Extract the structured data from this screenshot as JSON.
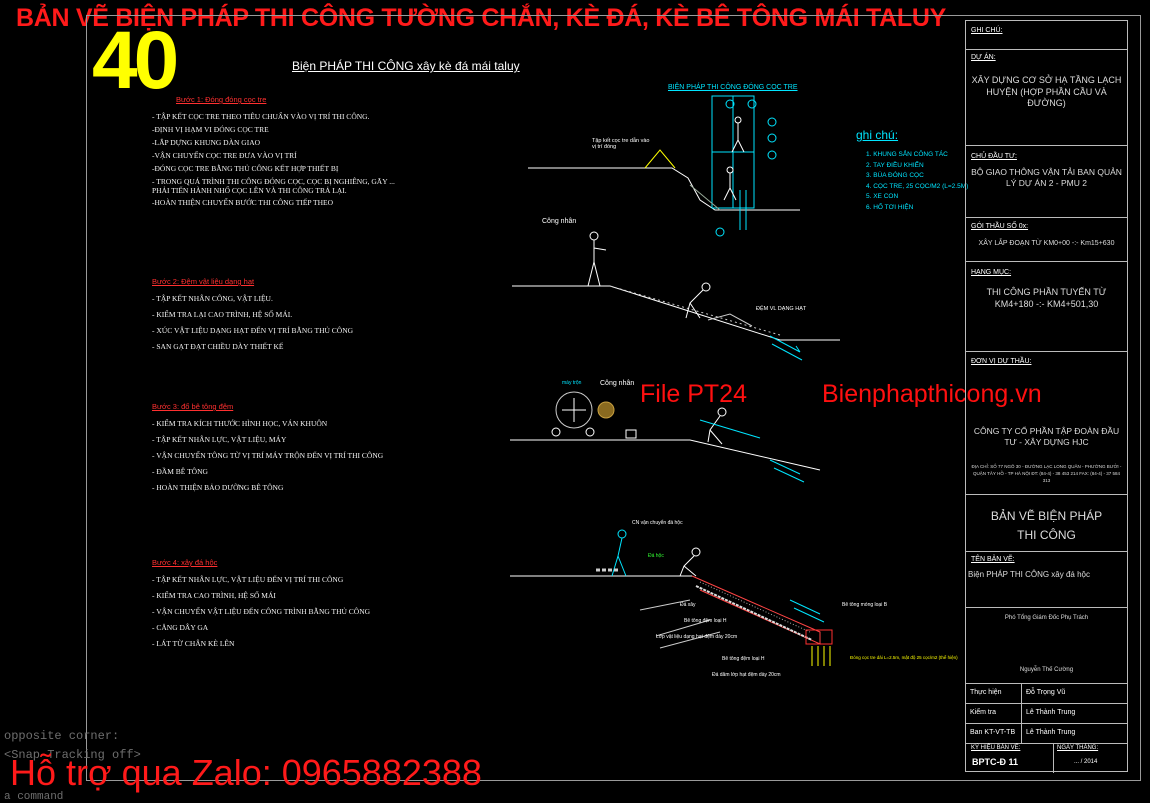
{
  "banner": "BẢN VẼ BIỆN PHÁP THI CÔNG TƯỜNG CHẮN, KÈ ĐÁ, KÈ BÊ TÔNG MÁI TALUY",
  "badge_number": "40",
  "drawing_title": "Biện PHÁP THI CÔNG xây kè đá mái taluy",
  "steps": [
    {
      "title": "Bước 1: Đóng đóng cọc tre",
      "items": [
        "- TẬP KẾT CỌC TRE THEO TIÊU CHUẨN VÀO VỊ TRÍ THI CÔNG.",
        "-ĐỊNH VỊ HẠM VI ĐÓNG CỌC TRE",
        "-LẮP DỰNG KHUNG DÀN GIAO",
        "-VẬN CHUYỂN CỌC TRE ĐƯA VÀO VỊ TRÍ",
        "-ĐÓNG CỌC TRE BẰNG THỦ CÔNG KẾT HỢP THIẾT BỊ",
        "- TRONG QUÁ TRÌNH THI CÔNG ĐÓNG CỌC, CỌC BỊ NGHIÊNG, GÃY ... PHẢI TIẾN HÀNH NHỔ CỌC LÊN VÀ THI CÔNG TRẢ LẠI.",
        "-HOÀN THIỆN CHUYỂN BƯỚC THI CÔNG TIẾP THEO"
      ]
    },
    {
      "title": "Bước 2: Đệm vật liệu dạng hạt",
      "items": [
        "- TẬP KẾT NHÂN CÔNG, VẬT LIỆU.",
        "- KIỂM TRA LẠI CAO TRÌNH, HỆ SỐ MÁI.",
        "- XÚC VẬT LIỆU DẠNG HẠT ĐẾN VỊ TRÍ BẰNG THỦ CÔNG",
        "- SAN GẠT ĐẠT CHIỀU DÀY THIẾT KẾ"
      ]
    },
    {
      "title": "Bước 3: đổ bê tông đệm",
      "items": [
        "- KIỂM TRA KÍCH THƯỚC HÌNH HỌC, VÁN KHUÔN",
        "- TẬP KẾT NHÂN LỰC, VẬT LIỆU, MÁY",
        "- VẬN CHUYỂN TÔNG TỪ VỊ TRÍ MÁY TRỘN ĐẾN VỊ TRÍ THI CÔNG",
        "- ĐẦM BÊ TÔNG",
        "- HOÀN THIỆN BẢO DƯỠNG BÊ TÔNG"
      ]
    },
    {
      "title": "Bước 4: xây đá hộc",
      "items": [
        "- TẬP KẾT NHÂN LỰC, VẬT LIỆU ĐẾN VỊ TRÍ THI CÔNG",
        "- KIỂM TRA CAO TRÌNH, HỆ SỐ MÁI",
        "- VẬN CHUYỂN VẬT LIỆU ĐẾN CÔNG TRÌNH BẰNG THỦ CÔNG",
        "- CĂNG DÂY GA",
        "- LÁT TỪ CHÂN KÈ LÊN"
      ]
    }
  ],
  "diagram_labels": {
    "piling_title": "BIỆN PHÁP THI CÔNG ĐÓNG CỌC TRE",
    "pile_stock": "Tập kết cọc tre dẫn vào vị trí đóng",
    "worker": "Công nhân",
    "gravel": "ĐỆM VL DẠNG HẠT",
    "mixer": "máy trộn",
    "stone_transport": "CN vận chuyển đá hộc",
    "stone": "Đá hộc",
    "stone_wall": "Đá xây",
    "concrete_bed_1": "Bê tông đệm loại H",
    "concrete_bed_2": "Bê tông đệm loại H",
    "gravel_layer": "Lớp vật liệu dạng hạt đệm dày 20cm",
    "toe_beam": "Bê tông móng loại B",
    "piles": "Đóng cọc tre dài L=2.5m, mật độ 25 cọc/m2 (thể hiện)",
    "gravel_layer_2": "Đá dăm lớp hạt đệm dày 20cm"
  },
  "legend": {
    "title": "ghi chú:",
    "items": [
      "1. KHUNG SẮN CÔNG TÁC",
      "2. TAY ĐIỀU KHIỂN",
      "3. BÚA ĐÓNG CỌC",
      "4. CỌC TRE, 25 CỌC/M2 (L=2.5M)",
      "5. XE CON",
      "6. HỐ TƠI HIỆN"
    ]
  },
  "watermarks": {
    "file": "File PT24",
    "site": "Bienphapthicong.vn"
  },
  "zalo": "Hỗ trợ qua Zalo: 0965882388",
  "command_line": {
    "line1": "opposite corner:",
    "line2": "<Snap Tracking off>",
    "line3": "a command"
  },
  "title_block": {
    "note_label": "GHI CHÚ:",
    "project_label": "DỰ ÁN:",
    "project": "XÂY DỰNG CƠ SỞ HẠ TẦNG LẠCH HUYỆN (HỢP PHẦN CẦU VÀ ĐƯỜNG)",
    "owner_label": "CHỦ ĐẦU TƯ:",
    "owner": "BỘ GIAO THÔNG VẬN TẢI BAN QUẢN LÝ DỰ ÁN 2 - PMU 2",
    "package_label": "GÓI THẦU SỐ 0x:",
    "package": "XÂY LẮP ĐOẠN TỪ KM0+00 -:- Km15+630",
    "item_label": "HẠNG MỤC:",
    "item": "THI CÔNG PHẦN TUYẾN TỪ KM4+180 -:- KM4+501,30",
    "contractor_label": "ĐƠN VỊ DỰ THẦU:",
    "contractor": "CÔNG TY CỔ PHẦN TẬP ĐOÀN ĐẦU TƯ - XÂY DỰNG HJC",
    "address": "ĐỊA CHỈ: SỐ 77 NGÕ 30 - ĐƯỜNG LẠC LONG QUÂN - PHƯỜNG BƯỞI - QUẬN TÂY HỒ - TP HÀ NỘI ĐT: (84-4) - 38 453 214   FAX: (84-4) - 37 584 313",
    "drawing_kind": "BẢN VẼ BIỆN PHÁP THI CÔNG",
    "drawing_name_label": "TÊN BẢN VẼ:",
    "drawing_name": "Biện PHÁP THI CÔNG xây đá hộc",
    "director": "Phó Tổng Giám Đốc Phụ Trách",
    "director_name": "Nguyễn Thế Cường",
    "signers": [
      {
        "role": "Thực hiện",
        "name": "Đỗ Trọng Vũ"
      },
      {
        "role": "Kiểm tra",
        "name": "Lê Thành Trung"
      },
      {
        "role": "Ban KT-VT-TB",
        "name": "Lê Thành Trung"
      }
    ],
    "code_label": "KÝ HIỆU BẢN VẼ:",
    "code": "BPTC-Đ 11",
    "date_label": "NGÀY THÁNG:",
    "date": "... / 2014"
  },
  "colors": {
    "background": "#000000",
    "red": "#ff1a1a",
    "yellow": "#ffff00",
    "cyan": "#00e5ff",
    "green": "#33ff33"
  }
}
